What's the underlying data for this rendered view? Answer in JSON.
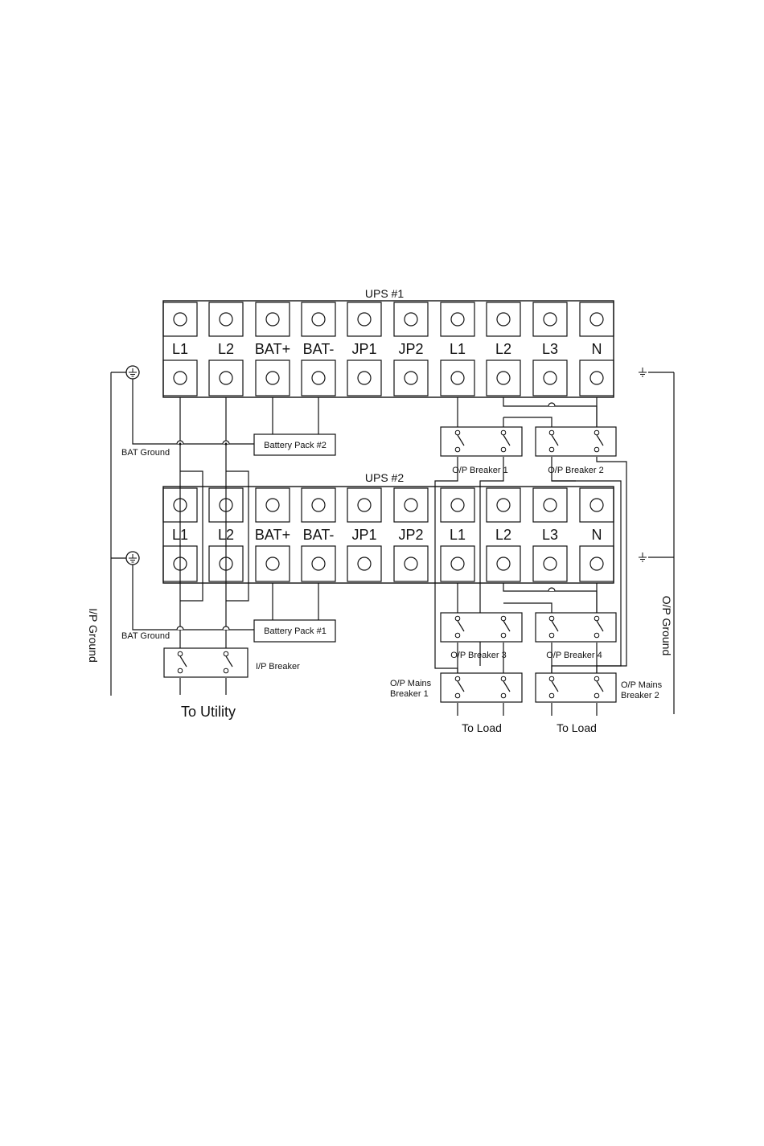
{
  "ups1": {
    "title": "UPS #1",
    "terminals": [
      "L1",
      "L2",
      "BAT+",
      "BAT-",
      "JP1",
      "JP2",
      "L1",
      "L2",
      "L3",
      "N"
    ]
  },
  "ups2": {
    "title": "UPS #2",
    "terminals": [
      "L1",
      "L2",
      "BAT+",
      "BAT-",
      "JP1",
      "JP2",
      "L1",
      "L2",
      "L3",
      "N"
    ]
  },
  "labels": {
    "battery_pack_2": "Battery Pack #2",
    "battery_pack_1": "Battery Pack #1",
    "bat_ground_1": "BAT Ground",
    "bat_ground_2": "BAT Ground",
    "op_breaker_1": "O/P Breaker 1",
    "op_breaker_2": "O/P Breaker 2",
    "op_breaker_3": "O/P Breaker 3",
    "op_breaker_4": "O/P Breaker 4",
    "ip_breaker": "I/P Breaker",
    "op_mains_1_line1": "O/P Mains",
    "op_mains_1_line2": "Breaker 1",
    "op_mains_2_line1": "O/P Mains",
    "op_mains_2_line2": "Breaker 2",
    "to_utility": "To Utility",
    "to_load_1": "To Load",
    "to_load_2": "To Load",
    "ip_ground": "I/P Ground",
    "op_ground": "O/P Ground"
  }
}
